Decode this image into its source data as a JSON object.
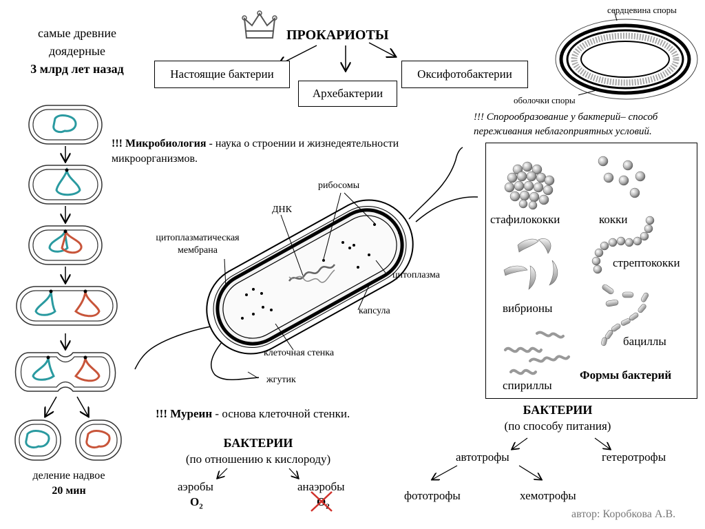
{
  "ancient": {
    "line1": "самые древние",
    "line2": "доядерные",
    "line3": "3 млрд лет назад"
  },
  "prokaryotes": {
    "title": "ПРОКАРИОТЫ",
    "icon": "crown-icon",
    "groups": [
      "Настоящие бактерии",
      "Архебактерии",
      "Оксифотобактерии"
    ]
  },
  "spore": {
    "core_label": "сердцевина споры",
    "shell_label": "оболочки споры",
    "note_line1": "!!! Спорообразование у бактерий– способ",
    "note_line2": "переживания неблагоприятных условий."
  },
  "microbiology": {
    "prefix": "!!! Микробиология",
    "rest": " - наука о строении и жизнедеятельности",
    "line2": "микроорганизмов."
  },
  "cell": {
    "labels": {
      "ribosomes": "рибосомы",
      "dna": "ДНК",
      "membrane_line1": "цитоплазматическая",
      "membrane_line2": "мембрана",
      "cytoplasm": "цитоплазма",
      "capsule": "капсула",
      "cell_wall": "клеточная стенка",
      "flagellum": "жгутик"
    }
  },
  "division": {
    "label": "деление надвое",
    "time": "20 мин"
  },
  "murein": {
    "prefix": "!!! Муреин",
    "rest": " -  основа клеточной стенки."
  },
  "oxygen": {
    "title": "БАКТЕРИИ",
    "subtitle": "(по отношению к кислороду)",
    "aerobes": "аэробы",
    "anaerobes": "анаэробы",
    "o2": "O",
    "o2_sub": "2"
  },
  "nutrition": {
    "title": "БАКТЕРИИ",
    "subtitle": "(по способу питания)",
    "autotrophs": "автотрофы",
    "heterotrophs": "гетеротрофы",
    "phototrophs": "фототрофы",
    "chemotrophs": "хемотрофы"
  },
  "forms": {
    "staphylococci": "стафилококки",
    "cocci": "кокки",
    "streptococci": "стрептококки",
    "vibrios": "вибрионы",
    "bacilli": "бациллы",
    "spirilla": "спириллы",
    "title": "Формы бактерий"
  },
  "author": "автор: Коробкова А.В.",
  "colors": {
    "dna_teal": "#2a9aa0",
    "dna_red": "#c8553a",
    "cross_red": "#d0302a",
    "author_gray": "#777777"
  }
}
